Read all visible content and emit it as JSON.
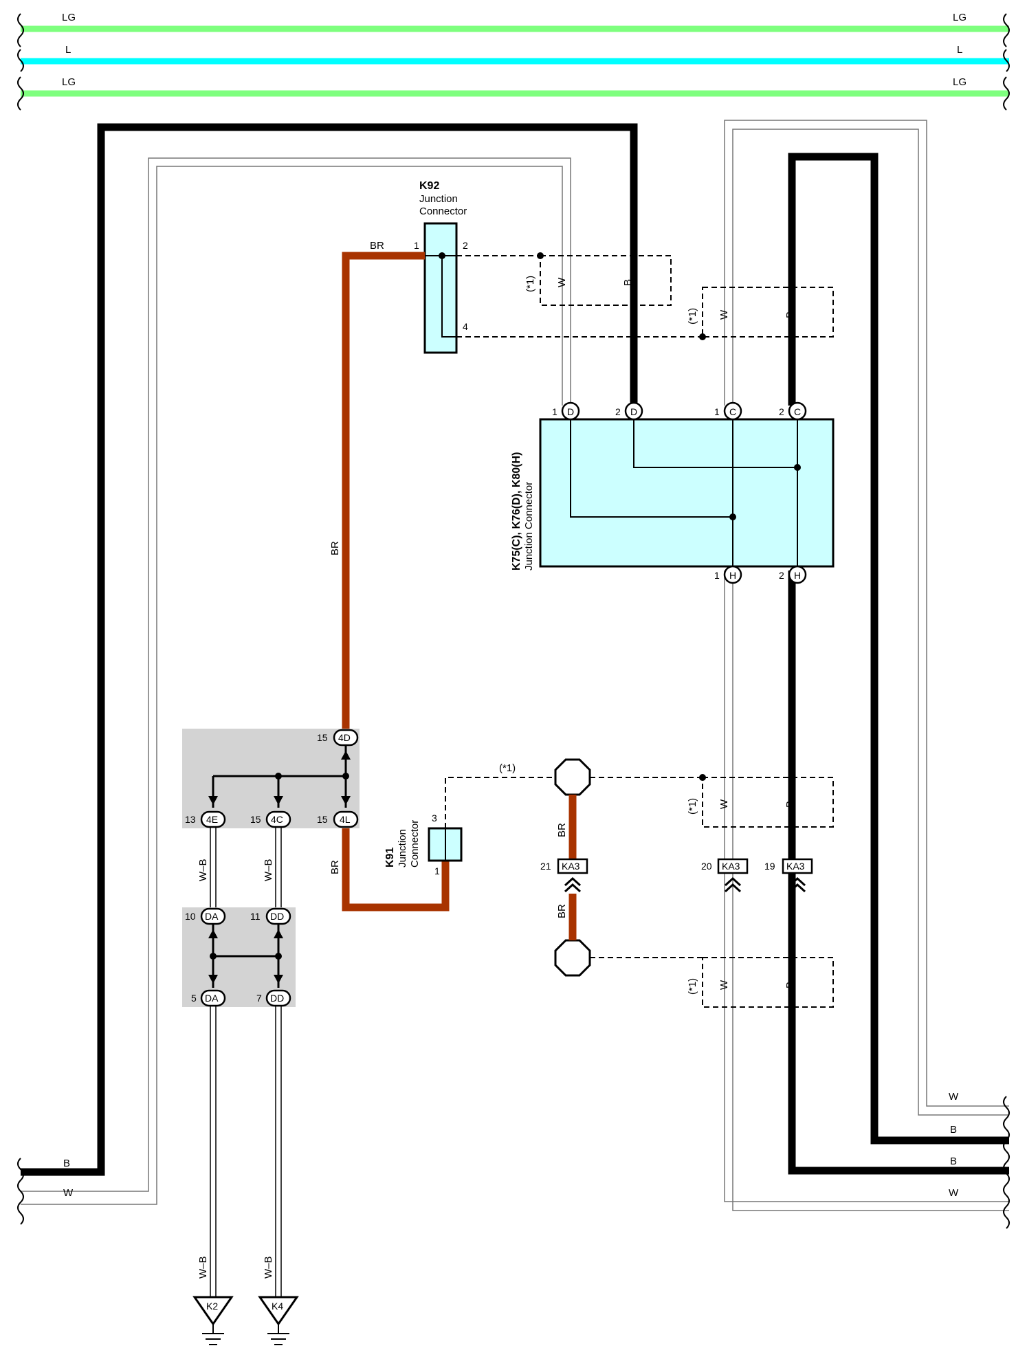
{
  "colors": {
    "LG": "#7eff7e",
    "L": "#00ffff",
    "B": "#000000",
    "BR": "#a83300",
    "connector_fill": "#ccffff",
    "junction_block_fill": "#d3d3d3"
  },
  "top_buses": [
    {
      "code": "LG",
      "left": "LG",
      "right": "LG"
    },
    {
      "code": "L",
      "left": "L",
      "right": "L"
    },
    {
      "code": "LG",
      "left": "LG",
      "right": "LG"
    }
  ],
  "side_labels": {
    "left_B": "B",
    "left_W": "W",
    "right_W1": "W",
    "right_B1": "B",
    "right_B2": "B",
    "right_W2": "W"
  },
  "connectors": {
    "k92": {
      "code": "K92",
      "line1": "Junction",
      "line2": "Connector",
      "pin1": "1",
      "pin2": "2",
      "pin4": "4"
    },
    "k91": {
      "code": "K91",
      "line1": "Junction",
      "line2": "Connector",
      "pin3": "3",
      "pin1": "1"
    },
    "k75": {
      "code": "K75(C), K76(D), K80(H)",
      "line1": "Junction Connector"
    }
  },
  "k75_pins": [
    {
      "num": "1",
      "letter": "D"
    },
    {
      "num": "2",
      "letter": "D"
    },
    {
      "num": "1",
      "letter": "C"
    },
    {
      "num": "2",
      "letter": "C"
    },
    {
      "num": "1",
      "letter": "H"
    },
    {
      "num": "2",
      "letter": "H"
    }
  ],
  "jb1_pins": [
    {
      "num": "15",
      "code": "4D"
    },
    {
      "num": "13",
      "code": "4E"
    },
    {
      "num": "15",
      "code": "4C"
    },
    {
      "num": "15",
      "code": "4L"
    }
  ],
  "jb2_pins": [
    {
      "num": "10",
      "code": "DA"
    },
    {
      "num": "11",
      "code": "DD"
    },
    {
      "num": "5",
      "code": "DA"
    },
    {
      "num": "7",
      "code": "DD"
    }
  ],
  "ka3_pins": [
    {
      "num": "21",
      "code": "KA3"
    },
    {
      "num": "20",
      "code": "KA3"
    },
    {
      "num": "19",
      "code": "KA3"
    }
  ],
  "wire_labels": {
    "br_k92": "BR",
    "br_vertical": "BR",
    "br_lower": "BR",
    "wb1": "W–B",
    "wb2": "W–B",
    "wb3": "W–B",
    "wb4": "W–B",
    "br_splice1": "BR",
    "br_splice2": "BR"
  },
  "shielded": [
    {
      "note": "(*1)",
      "w": "W",
      "b": "B"
    },
    {
      "note": "(*1)",
      "w": "W",
      "b": "B"
    },
    {
      "note": "(*1)",
      "w": "W",
      "b": "B"
    },
    {
      "note": "(*1)",
      "w": "W",
      "b": "B"
    }
  ],
  "shield_note_k91": "(*1)",
  "grounds": [
    {
      "code": "K2"
    },
    {
      "code": "K4"
    }
  ]
}
